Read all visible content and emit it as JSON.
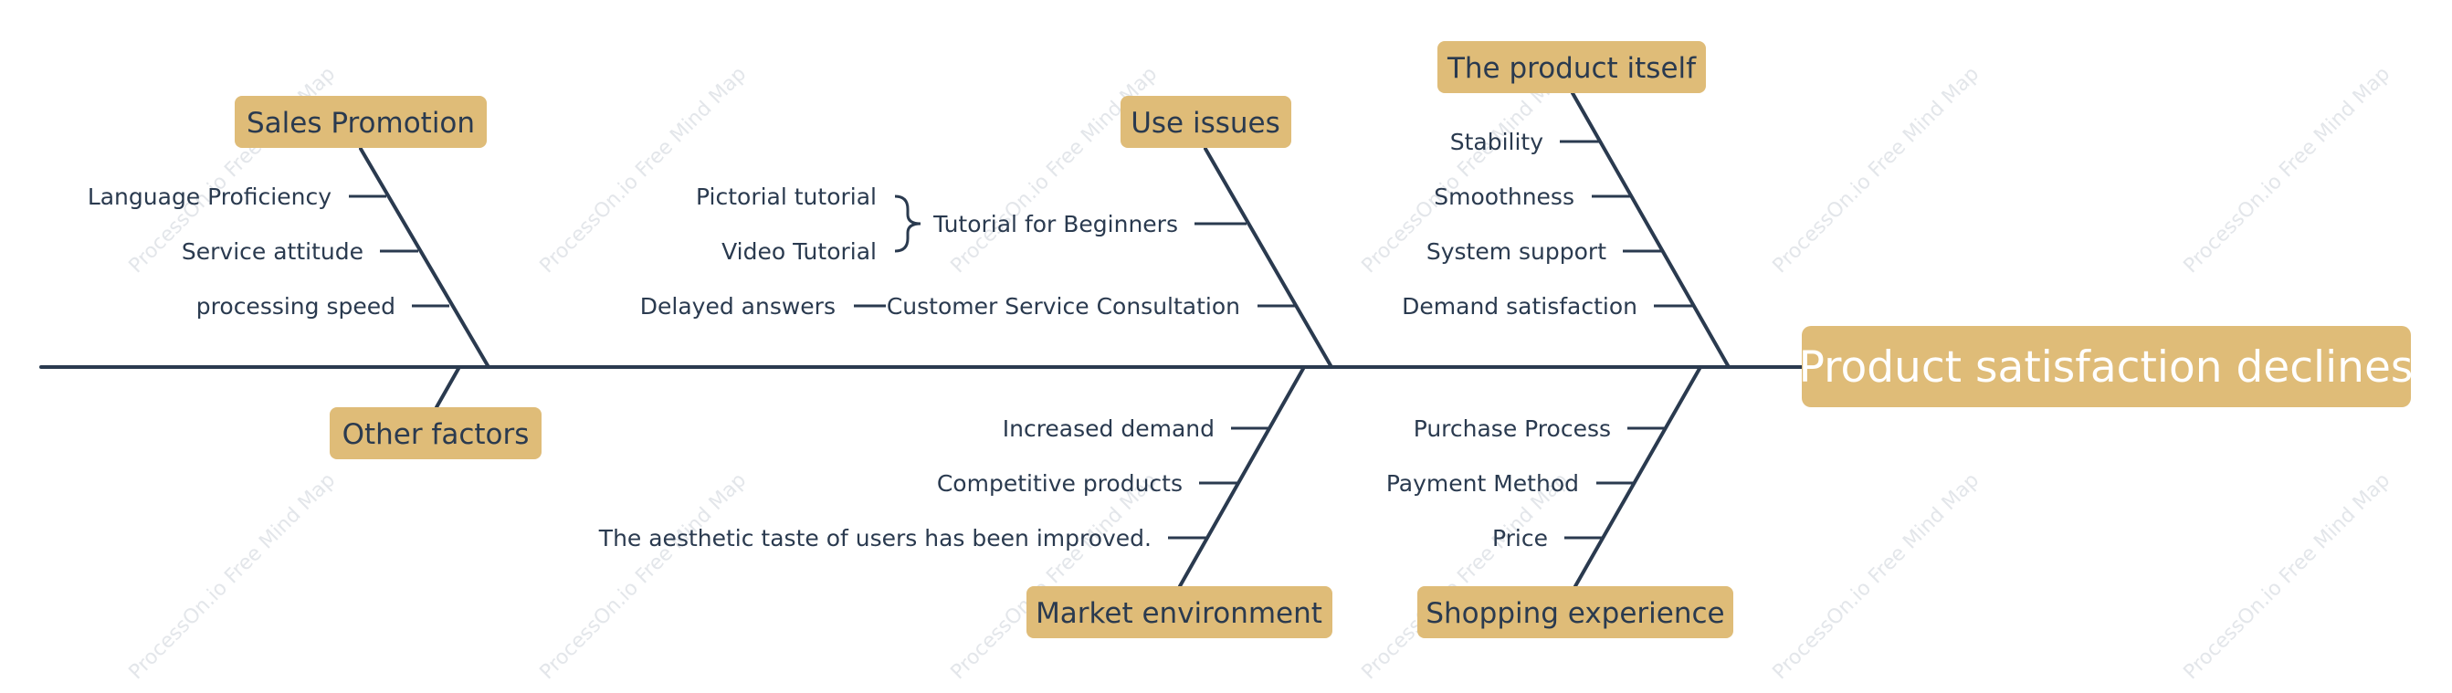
{
  "colors": {
    "line": "#2a3a4f",
    "box": "#dfbc78",
    "text": "#2a3a4f",
    "head_text": "#ffffff",
    "watermark": "#e3e6ea"
  },
  "watermark": "ProcessOn.io Free Mind Map",
  "head": {
    "label": "Product satisfaction declines"
  },
  "categories": {
    "sales_promotion": {
      "label": "Sales Promotion",
      "causes": [
        "Language Proficiency",
        "Service attitude",
        "processing speed"
      ]
    },
    "use_issues": {
      "label": "Use issues",
      "group": {
        "label": "Tutorial for Beginners",
        "children": [
          "Pictorial tutorial",
          "Video Tutorial"
        ]
      },
      "cause": {
        "label": "Customer Service Consultation",
        "sub": "Delayed answers"
      }
    },
    "product_itself": {
      "label": "The product itself",
      "causes": [
        "Stability",
        "Smoothness",
        "System support",
        "Demand satisfaction"
      ]
    },
    "other_factors": {
      "label": "Other factors"
    },
    "market_environment": {
      "label": "Market environment",
      "causes": [
        "Increased demand",
        "Competitive products",
        "The aesthetic taste of users has been improved."
      ]
    },
    "shopping_experience": {
      "label": "Shopping experience",
      "causes": [
        "Purchase Process",
        "Payment Method",
        "Price"
      ]
    }
  }
}
